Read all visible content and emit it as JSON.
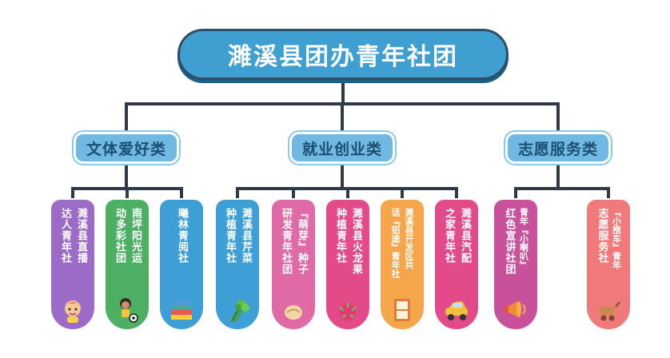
{
  "title": "濉溪县团办青年社团",
  "categories": [
    {
      "label": "文体爱好类"
    },
    {
      "label": "就业创业类"
    },
    {
      "label": "志愿服务类"
    }
  ],
  "groups": [
    {
      "lines": [
        "濉溪县直播",
        "达人青年社"
      ],
      "color": "#9b6bc7",
      "icon": "child-icon"
    },
    {
      "lines": [
        "南坪阳光运",
        "动多彩社团"
      ],
      "color": "#4caf63",
      "icon": "soccer-boy-icon"
    },
    {
      "lines": [
        "曦林青阅社"
      ],
      "color": "#3d9fd6",
      "icon": "books-icon"
    },
    {
      "lines": [
        "濉溪县芹菜",
        "种植青年社"
      ],
      "color": "#3d9fd6",
      "icon": "celery-icon"
    },
    {
      "lines": [
        "『萌芽』种子",
        "研发青年社团"
      ],
      "color": "#e06aa5",
      "icon": "seed-icon"
    },
    {
      "lines": [
        "濉溪县火龙果",
        "种植青年社"
      ],
      "color": "#e24a8a",
      "icon": "dragonfruit-icon"
    },
    {
      "lines": [
        "濉溪县开发区共",
        "话『铝途』青年社"
      ],
      "color": "#f5a64a",
      "icon": "window-icon"
    },
    {
      "lines": [
        "濉溪县汽配",
        "之家青年社"
      ],
      "color": "#e24a8a",
      "icon": "car-icon"
    },
    {
      "lines": [
        "青年『小喇叭』",
        "红色宣讲社团"
      ],
      "color": "#c9509a",
      "icon": "megaphone-icon"
    },
    {
      "lines": [
        "『小推车』青年",
        "志愿服务社"
      ],
      "color": "#f07a7a",
      "icon": "cart-icon"
    }
  ],
  "colors": {
    "line": "#2f3a46",
    "root": "#3f9fd0",
    "category": "#6fb9e2"
  }
}
